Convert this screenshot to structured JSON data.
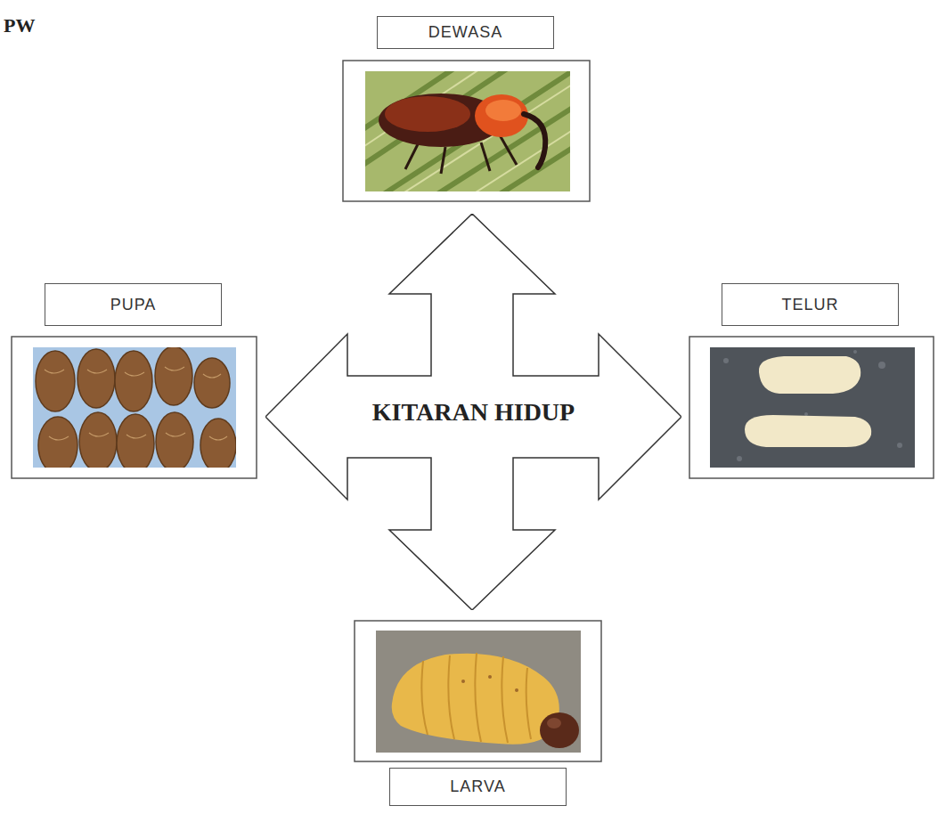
{
  "diagram": {
    "nodes": [
      {
        "text": [
          "DEWASA"
        ]
      },
      {
        "text": [
          "PUPA"
        ]
      },
      {
        "text": [
          "KITARAN HIDUP"
        ]
      },
      {
        "text": [
          "TELUR"
        ]
      },
      {
        "text": [
          "LARVA"
        ]
      }
    ],
    "labels": [
      "PW"
    ]
  }
}
